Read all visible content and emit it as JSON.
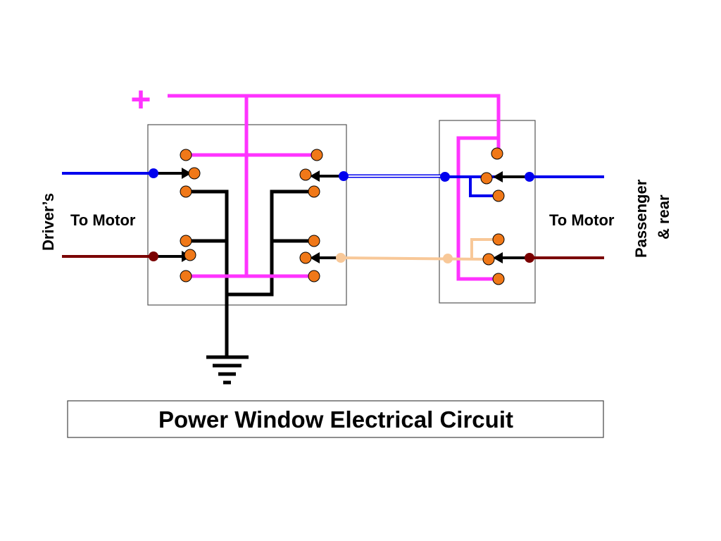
{
  "diagram": {
    "title": "Power Window Electrical Circuit",
    "plus_symbol": "+",
    "left_side": {
      "label": "Driver’s",
      "motor_label": "To Motor"
    },
    "right_side": {
      "label_line1": "Passenger",
      "label_line2": "& rear",
      "motor_label": "To Motor"
    }
  },
  "colors": {
    "power": "#ff33ff",
    "wire_blue": "#0000ee",
    "wire_darkred": "#7a0000",
    "wire_peach": "#f8c898",
    "wire_black": "#000000",
    "terminal": "#f07818",
    "box_border": "#555555"
  }
}
